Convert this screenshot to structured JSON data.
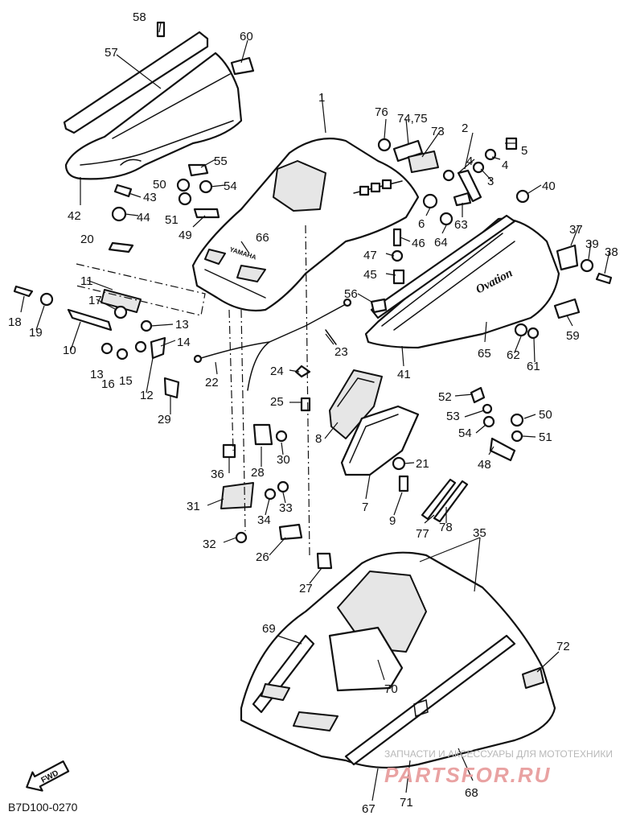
{
  "diagram_code": "B7D100-0270",
  "watermark": {
    "small": "ЗАПЧАСТИ И АКСЕССУАРЫ ДЛЯ МОТОТЕХНИКИ",
    "large": "PARTSFOR.RU"
  },
  "direction_arrow": "FWD",
  "brand_marks": {
    "hood_logo": "YAMAHA",
    "side_logo": "Ovation"
  },
  "callouts": {
    "c1": "1",
    "c2": "2",
    "c3": "3",
    "c4a": "4",
    "c4b": "4",
    "c5": "5",
    "c6": "6",
    "c7": "7",
    "c8": "8",
    "c9": "9",
    "c10": "10",
    "c11": "11",
    "c12": "12",
    "c13a": "13",
    "c13b": "13",
    "c14": "14",
    "c15": "15",
    "c16": "16",
    "c17": "17",
    "c18": "18",
    "c19": "19",
    "c20": "20",
    "c21": "21",
    "c22": "22",
    "c23": "23",
    "c24": "24",
    "c25": "25",
    "c26": "26",
    "c27": "27",
    "c28": "28",
    "c29": "29",
    "c30": "30",
    "c31": "31",
    "c32": "32",
    "c33": "33",
    "c34": "34",
    "c35": "35",
    "c36": "36",
    "c37": "37",
    "c38": "38",
    "c39": "39",
    "c40": "40",
    "c41": "41",
    "c42": "42",
    "c43": "43",
    "c44": "44",
    "c45": "45",
    "c46": "46",
    "c47": "47",
    "c48": "48",
    "c49": "49",
    "c50a": "50",
    "c50b": "50",
    "c51a": "51",
    "c51b": "51",
    "c52": "52",
    "c53": "53",
    "c54a": "54",
    "c54b": "54",
    "c55": "55",
    "c56": "56",
    "c57": "57",
    "c58": "58",
    "c59": "59",
    "c60": "60",
    "c61": "61",
    "c62": "62",
    "c63": "63",
    "c64": "64",
    "c65": "65",
    "c66": "66",
    "c67": "67",
    "c68": "68",
    "c69": "69",
    "c70": "70",
    "c71": "71",
    "c72": "72",
    "c73": "73",
    "c7475": "74,75",
    "c76": "76",
    "c77": "77",
    "c78": "78"
  }
}
